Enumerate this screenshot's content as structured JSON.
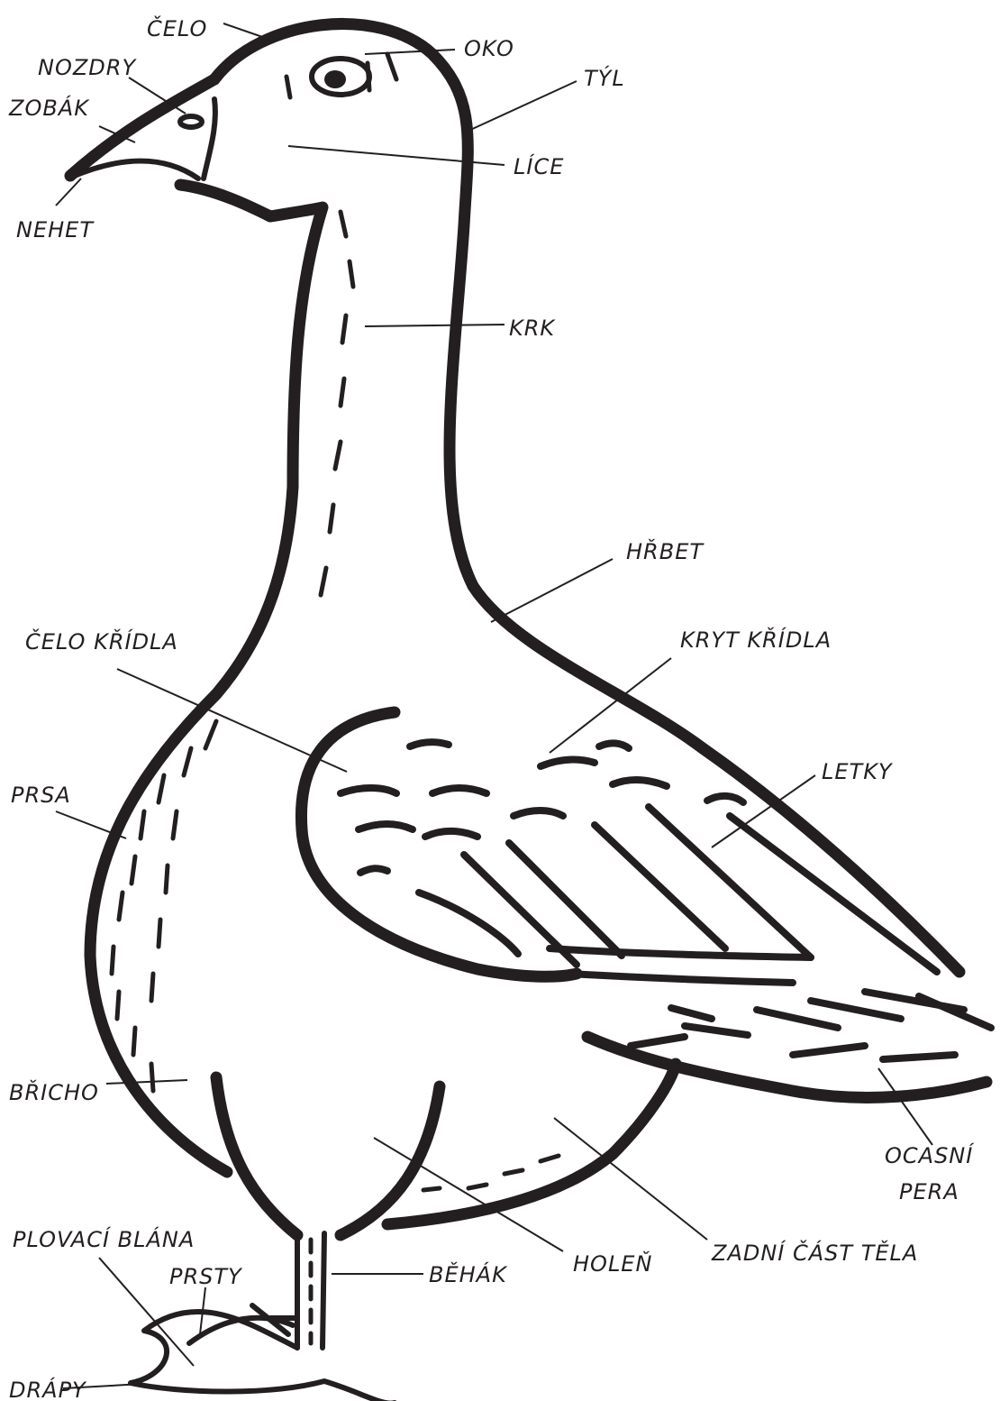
{
  "labels": {
    "celo": "ČELO",
    "nozdry": "NOZDRY",
    "zobak": "ZOBÁK",
    "nehet": "NEHET",
    "oko": "OKO",
    "tyl": "TÝL",
    "lice": "LÍCE",
    "krk": "KRK",
    "hrbet": "HŘBET",
    "celo_kridla": "ČELO KŘÍDLA",
    "kryt_kridla": "KRYT KŘÍDLA",
    "letky": "LETKY",
    "prsa": "PRSA",
    "bricho": "BŘICHO",
    "ocasni_pera_1": "OCASNÍ",
    "ocasni_pera_2": "PERA",
    "zadni_cast_tela": "ZADNÍ ČÁST TĚLA",
    "holen": "HOLEŇ",
    "behak": "BĚHÁK",
    "plovaci_blana": "PLOVACÍ BLÁNA",
    "prsty": "PRSTY",
    "drapy": "DRÁPY"
  },
  "colors": {
    "ink": "#231f20",
    "paper": "#ffffff"
  }
}
